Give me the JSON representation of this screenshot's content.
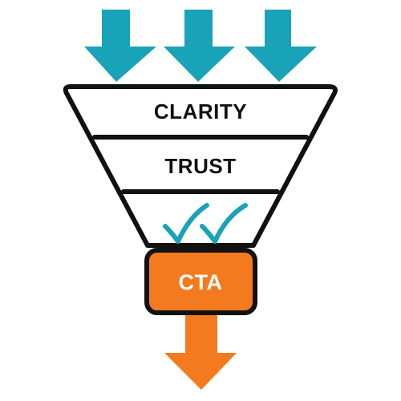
{
  "funnel": {
    "tiers": [
      {
        "label": "CLARITY"
      },
      {
        "label": "TRUST"
      }
    ],
    "checkmarks": {
      "icon": "double-checkmark-icon"
    },
    "cta": {
      "label": "CTA"
    }
  },
  "arrows": {
    "input": {
      "count": 3,
      "icon": "arrow-down-icon"
    },
    "output": {
      "count": 1,
      "icon": "arrow-down-icon"
    }
  },
  "colors": {
    "input_arrow": "#18A3B8",
    "checkmarks": "#18A3B8",
    "cta_fill": "#F47A20",
    "output_arrow": "#F47A20",
    "outline": "#111111",
    "background": "#FFFFFF"
  }
}
